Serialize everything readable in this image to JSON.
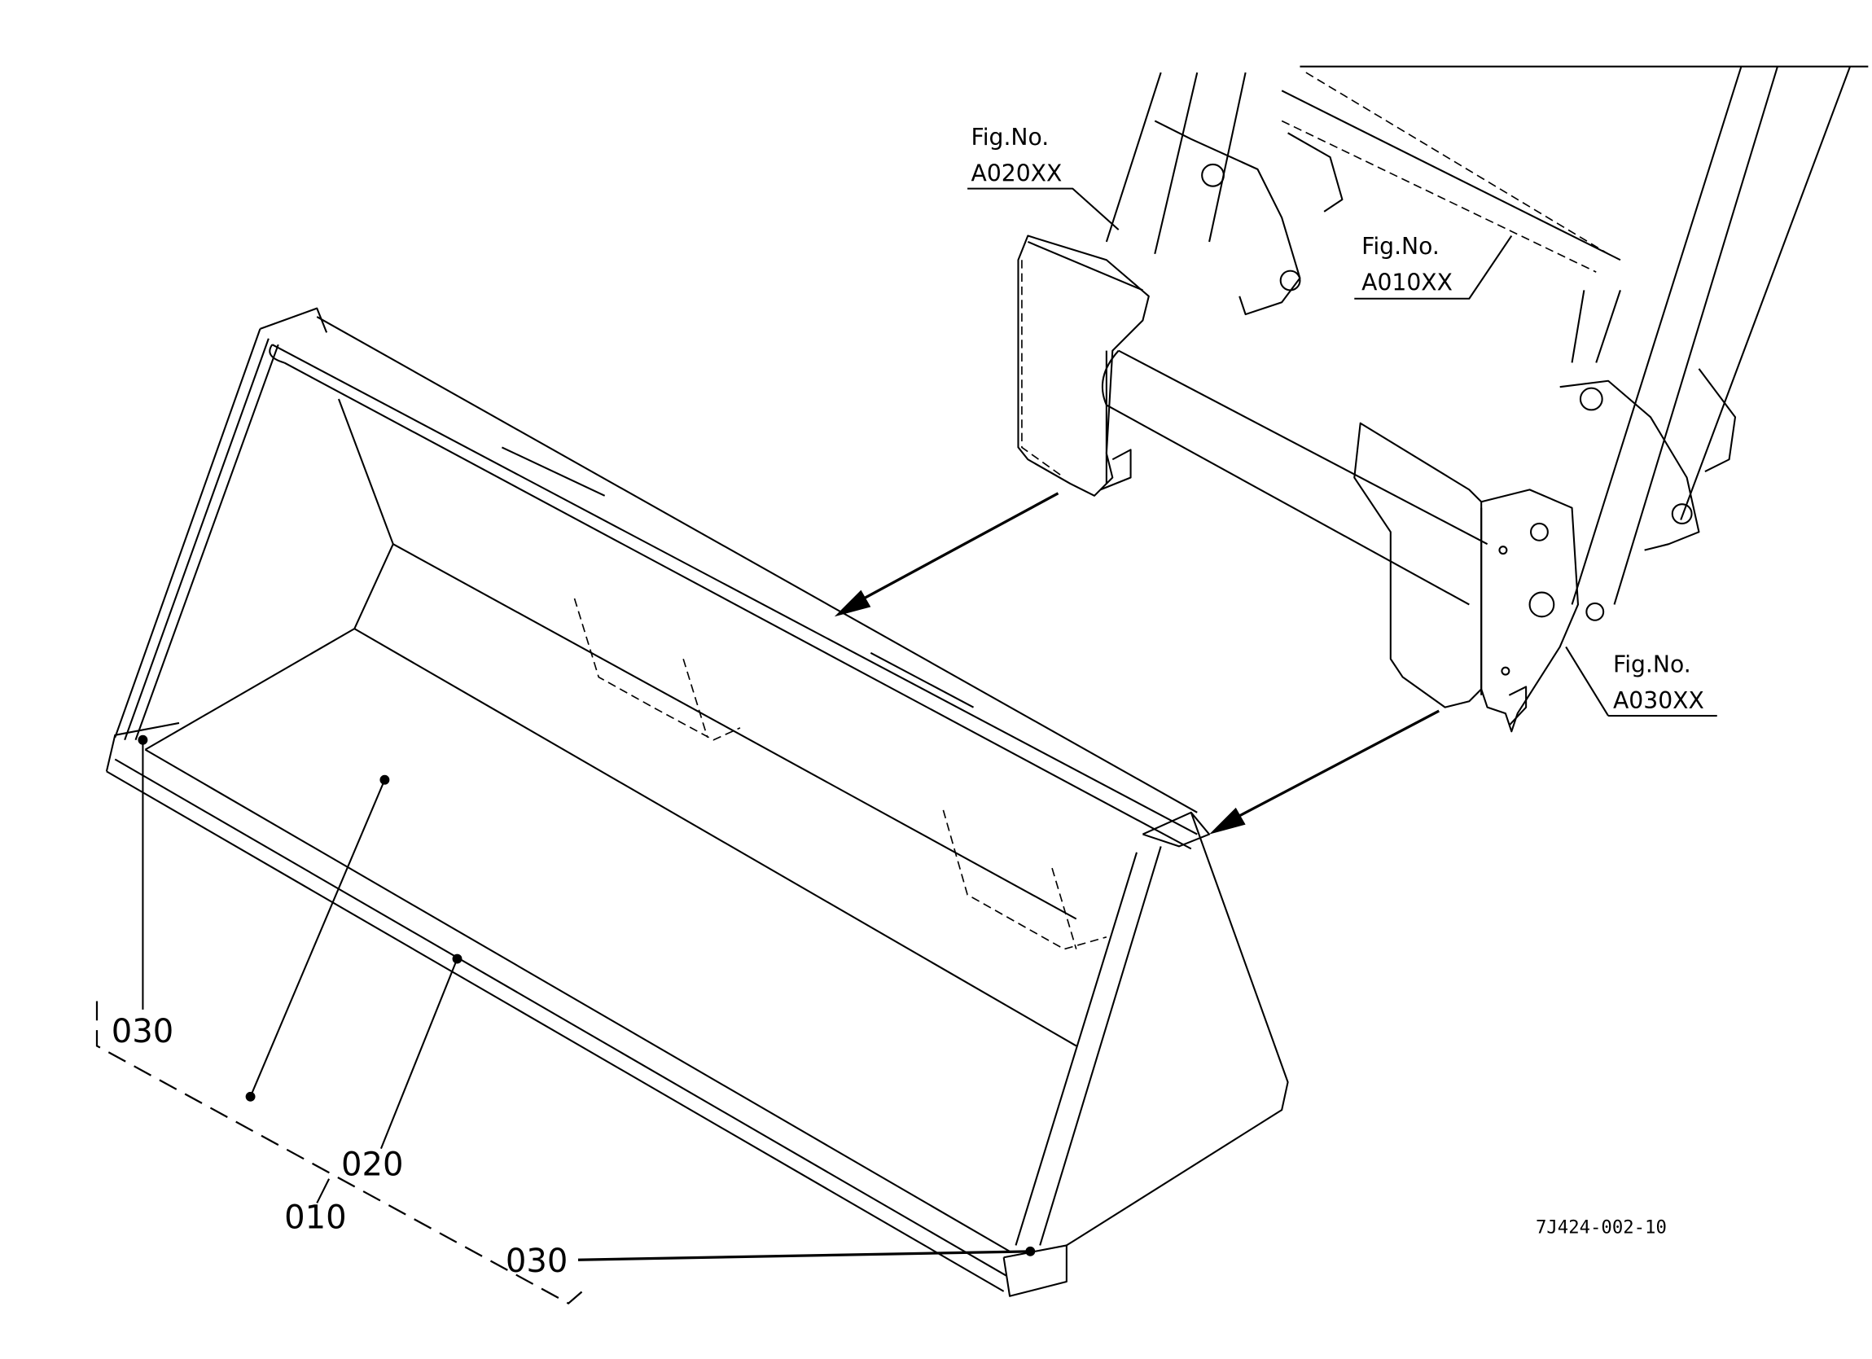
{
  "figure_refs": [
    {
      "label": "Fig.No.",
      "code": "A020XX"
    },
    {
      "label": "Fig.No.",
      "code": "A010XX"
    },
    {
      "label": "Fig.No.",
      "code": "A030XX"
    }
  ],
  "part_labels": {
    "left_030": "030",
    "p020": "020",
    "p010": "010",
    "bottom_030": "030"
  },
  "drawing_number": "7J424-002-10"
}
